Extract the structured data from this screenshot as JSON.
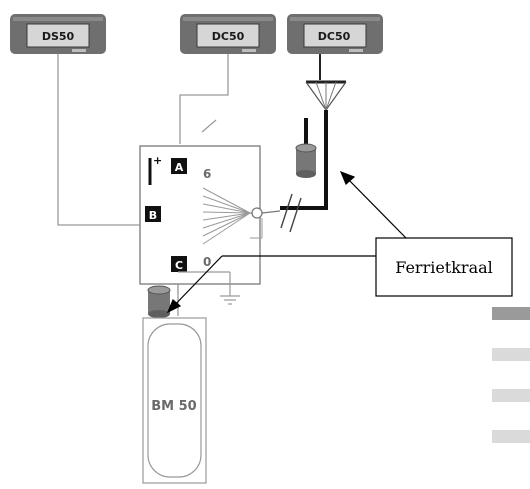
{
  "displays": [
    {
      "label": "DS50"
    },
    {
      "label": "DC50"
    },
    {
      "label": "DC50"
    }
  ],
  "control_box": {
    "ports": {
      "a": "A",
      "b": "B",
      "c": "C"
    },
    "scale_max": "6",
    "scale_min": "0"
  },
  "battery": {
    "label": "BM 50"
  },
  "callout": {
    "label": "Ferrietkraal"
  },
  "colors": {
    "panel_frame": "#6f6f6f",
    "panel_screen": "#d6d6d6",
    "wire_thin": "#9a9a9a",
    "cable_thick": "#111111",
    "legend_dark": "#9a9a9a",
    "legend_light": "#dadada"
  }
}
